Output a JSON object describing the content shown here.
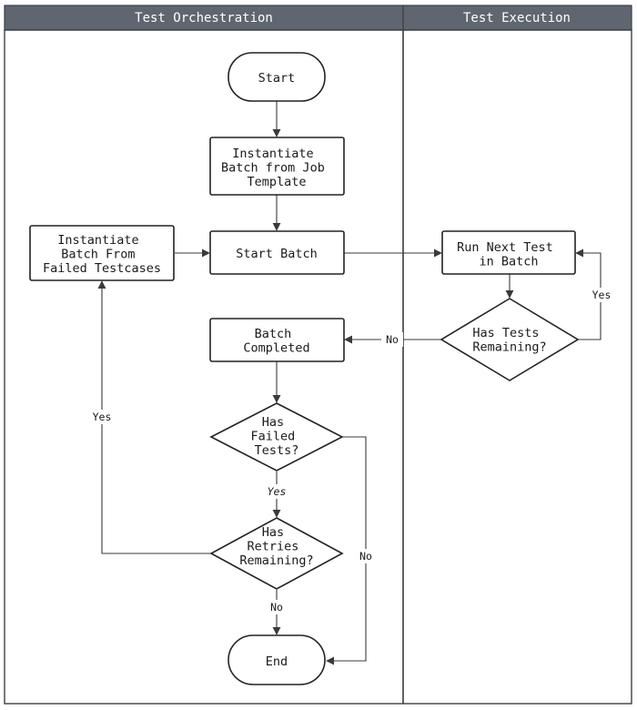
{
  "lanes": [
    {
      "id": "orchestration",
      "title": "Test Orchestration"
    },
    {
      "id": "execution",
      "title": "Test Execution"
    }
  ],
  "colors": {
    "lane_header": "#5f6670",
    "border": "#3b3f45",
    "node_stroke": "#222222",
    "edge": "#3a3a3a",
    "text": "#1a1a1a"
  },
  "nodes": {
    "start": {
      "lines": [
        "Start"
      ]
    },
    "instantiate_template": {
      "lines": [
        "Instantiate",
        "Batch from Job",
        "Template"
      ]
    },
    "start_batch": {
      "lines": [
        "Start Batch"
      ]
    },
    "instantiate_failed": {
      "lines": [
        "Instantiate",
        "Batch From",
        "Failed Testcases"
      ]
    },
    "run_next_test": {
      "lines": [
        "Run Next Test",
        "in Batch"
      ]
    },
    "has_tests_remaining": {
      "lines": [
        "Has Tests",
        "Remaining?"
      ]
    },
    "batch_completed": {
      "lines": [
        "Batch",
        "Completed"
      ]
    },
    "has_failed_tests": {
      "lines": [
        "Has",
        "Failed",
        "Tests?"
      ]
    },
    "has_retries_remaining": {
      "lines": [
        "Has",
        "Retries",
        "Remaining?"
      ]
    },
    "end": {
      "lines": [
        "End"
      ]
    }
  },
  "edge_labels": {
    "tests_remaining_yes": "Yes",
    "tests_remaining_no": "No",
    "failed_tests_yes": "Yes",
    "failed_tests_no": "No",
    "retries_yes": "Yes",
    "retries_no": "No"
  }
}
